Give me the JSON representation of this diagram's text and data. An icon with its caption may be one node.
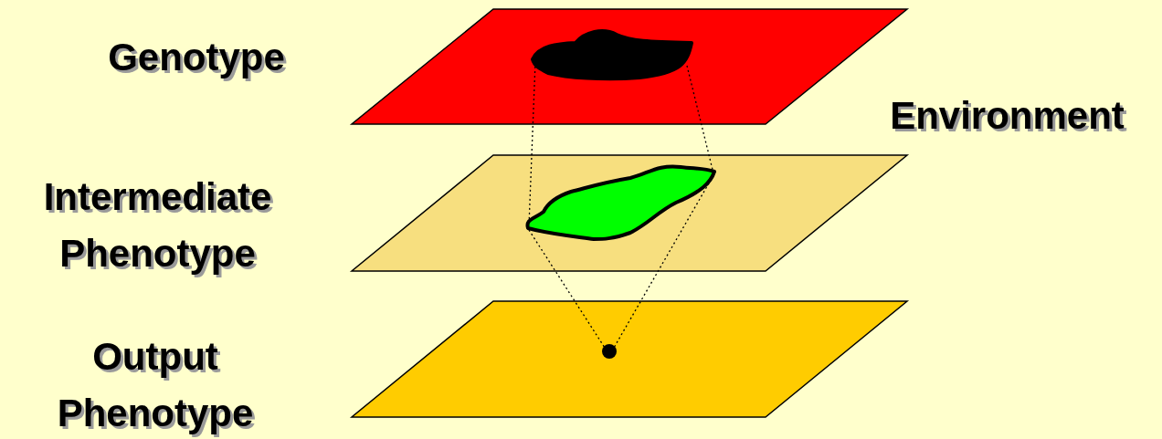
{
  "diagram": {
    "nodes": [
      {
        "text": [],
        "shape": "parallelogram",
        "beside": [
          "Genotype"
        ]
      },
      {
        "text": [],
        "shape": "blob",
        "in": 0
      },
      {
        "text": [],
        "shape": "parallelogram",
        "beside": [
          "Intermediate Phenotype"
        ]
      },
      {
        "text": [],
        "shape": "blob",
        "in": 2
      },
      {
        "text": [],
        "shape": "parallelogram",
        "beside": [
          "Output Phenotype"
        ]
      },
      {
        "text": [],
        "shape": "circle",
        "in": 4
      }
    ],
    "edges": [
      {
        "from": 1,
        "to": 3,
        "arrow": "none",
        "style": "dashed"
      },
      {
        "from": 1,
        "to": 3,
        "arrow": "none",
        "style": "dashed"
      },
      {
        "from": 3,
        "to": 5,
        "arrow": "none",
        "style": "dashed"
      },
      {
        "from": 3,
        "to": 5,
        "arrow": "none",
        "style": "dashed"
      }
    ],
    "labels": [
      "Environment"
    ]
  }
}
